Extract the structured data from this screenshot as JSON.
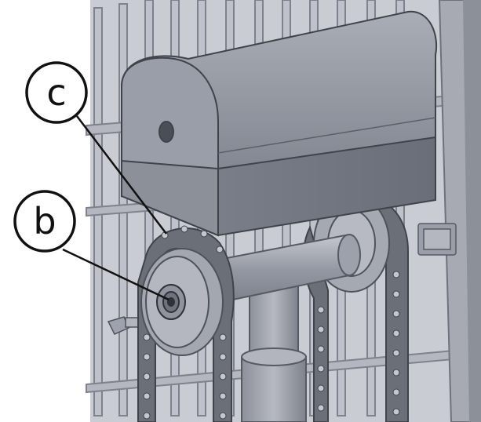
{
  "callouts": [
    {
      "id": "c",
      "label": "c"
    },
    {
      "id": "b",
      "label": "b"
    }
  ],
  "colors": {
    "background": "#ffffff",
    "grille": "#b9bcc4",
    "grille_edge": "#7e828c",
    "housing_top": "#8b8f9a",
    "housing_front": "#70747f",
    "housing_face": "#a4a8b1",
    "sprocket": "#9ea2ac",
    "chain": "#6b6f78",
    "callout_stroke": "#111111"
  }
}
